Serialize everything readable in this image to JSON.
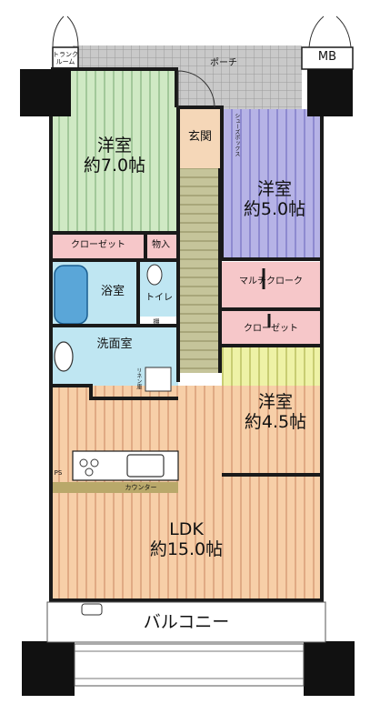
{
  "rooms": {
    "western_7": {
      "name": "洋室",
      "size": "約7.0帖"
    },
    "western_5": {
      "name": "洋室",
      "size": "約5.0帖"
    },
    "western_45": {
      "name": "洋室",
      "size": "約4.5帖"
    },
    "ldk": {
      "name": "LDK",
      "size": "約15.0帖"
    },
    "entrance": "玄関",
    "bath": "浴室",
    "toilet": "トイレ",
    "washroom": "洗面室",
    "closet_top": "クローゼット",
    "storage": "物入",
    "multi_cloak": "マルチクローク",
    "closet_mid": "クローゼット",
    "porch": "ポーチ",
    "balcony": "バルコニー",
    "mb": "MB",
    "trunk_room": "トランク\nルーム",
    "shoes_box": "シューズボックス",
    "linen": "リネン庫",
    "shelf": "棚",
    "counter": "カウンター",
    "ps": "PS"
  },
  "colors": {
    "green_room": "#cfe9c4",
    "purple_room": "#b6b3e6",
    "yellow_room": "#eef2a6",
    "ldk_floor": "#f7cfa8",
    "hall_floor": "#c5c49a",
    "pink_storage": "#f6c7c9",
    "blue_wet": "#bfe6f2",
    "entrance": "#f5d7b8",
    "wall": "#1a1a1a"
  }
}
